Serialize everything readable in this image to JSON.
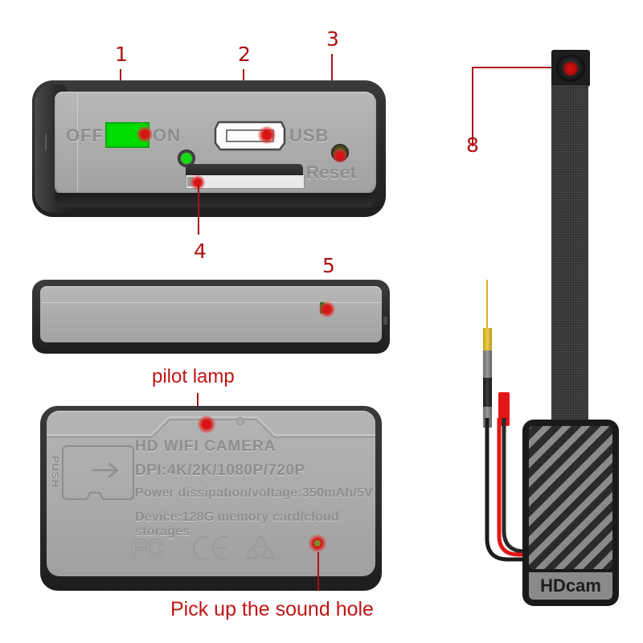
{
  "diagram": {
    "title": "HD WIFI CAMERA product callout diagram",
    "accent_red": "#b01010",
    "leader_red": "#a81414",
    "body_gray": "#ababab",
    "shell_dark": "#2f2f2f",
    "switch_green": "#00dd00",
    "led_green": "#18d818"
  },
  "callouts": [
    {
      "id": "1",
      "label": "1",
      "target": "power-switch"
    },
    {
      "id": "2",
      "label": "2",
      "target": "usb-port"
    },
    {
      "id": "3",
      "label": "3",
      "target": "reset-button"
    },
    {
      "id": "4",
      "label": "4",
      "target": "microsd-slot"
    },
    {
      "id": "5",
      "label": "5",
      "target": "side-pilot-lamp"
    },
    {
      "id": "8",
      "label": "8",
      "target": "camera-lens"
    }
  ],
  "captions": {
    "pilot_lamp": "pilot lamp",
    "sound_hole": "Pick up the sound hole"
  },
  "front_panel": {
    "switch_off_label": "OFF",
    "switch_on_label": "ON",
    "usb_label": "USB",
    "reset_label": "Reset"
  },
  "back_panel": {
    "push_label": "PUSH",
    "spec_lines": [
      "HD  WIFI  CAMERA",
      "DPI:4K/2K/1080P/720P",
      "Power  dissipation/voltage:350mAh/5V",
      "Device:128G  memory  card/cloud  storages"
    ],
    "certifications": [
      "FC",
      "CE",
      "recycle"
    ]
  },
  "camera_module": {
    "brand_label": "HDcam",
    "lens_name": "camera-lens",
    "cables": [
      "antenna-wire",
      "black-wire",
      "red-wire"
    ]
  }
}
